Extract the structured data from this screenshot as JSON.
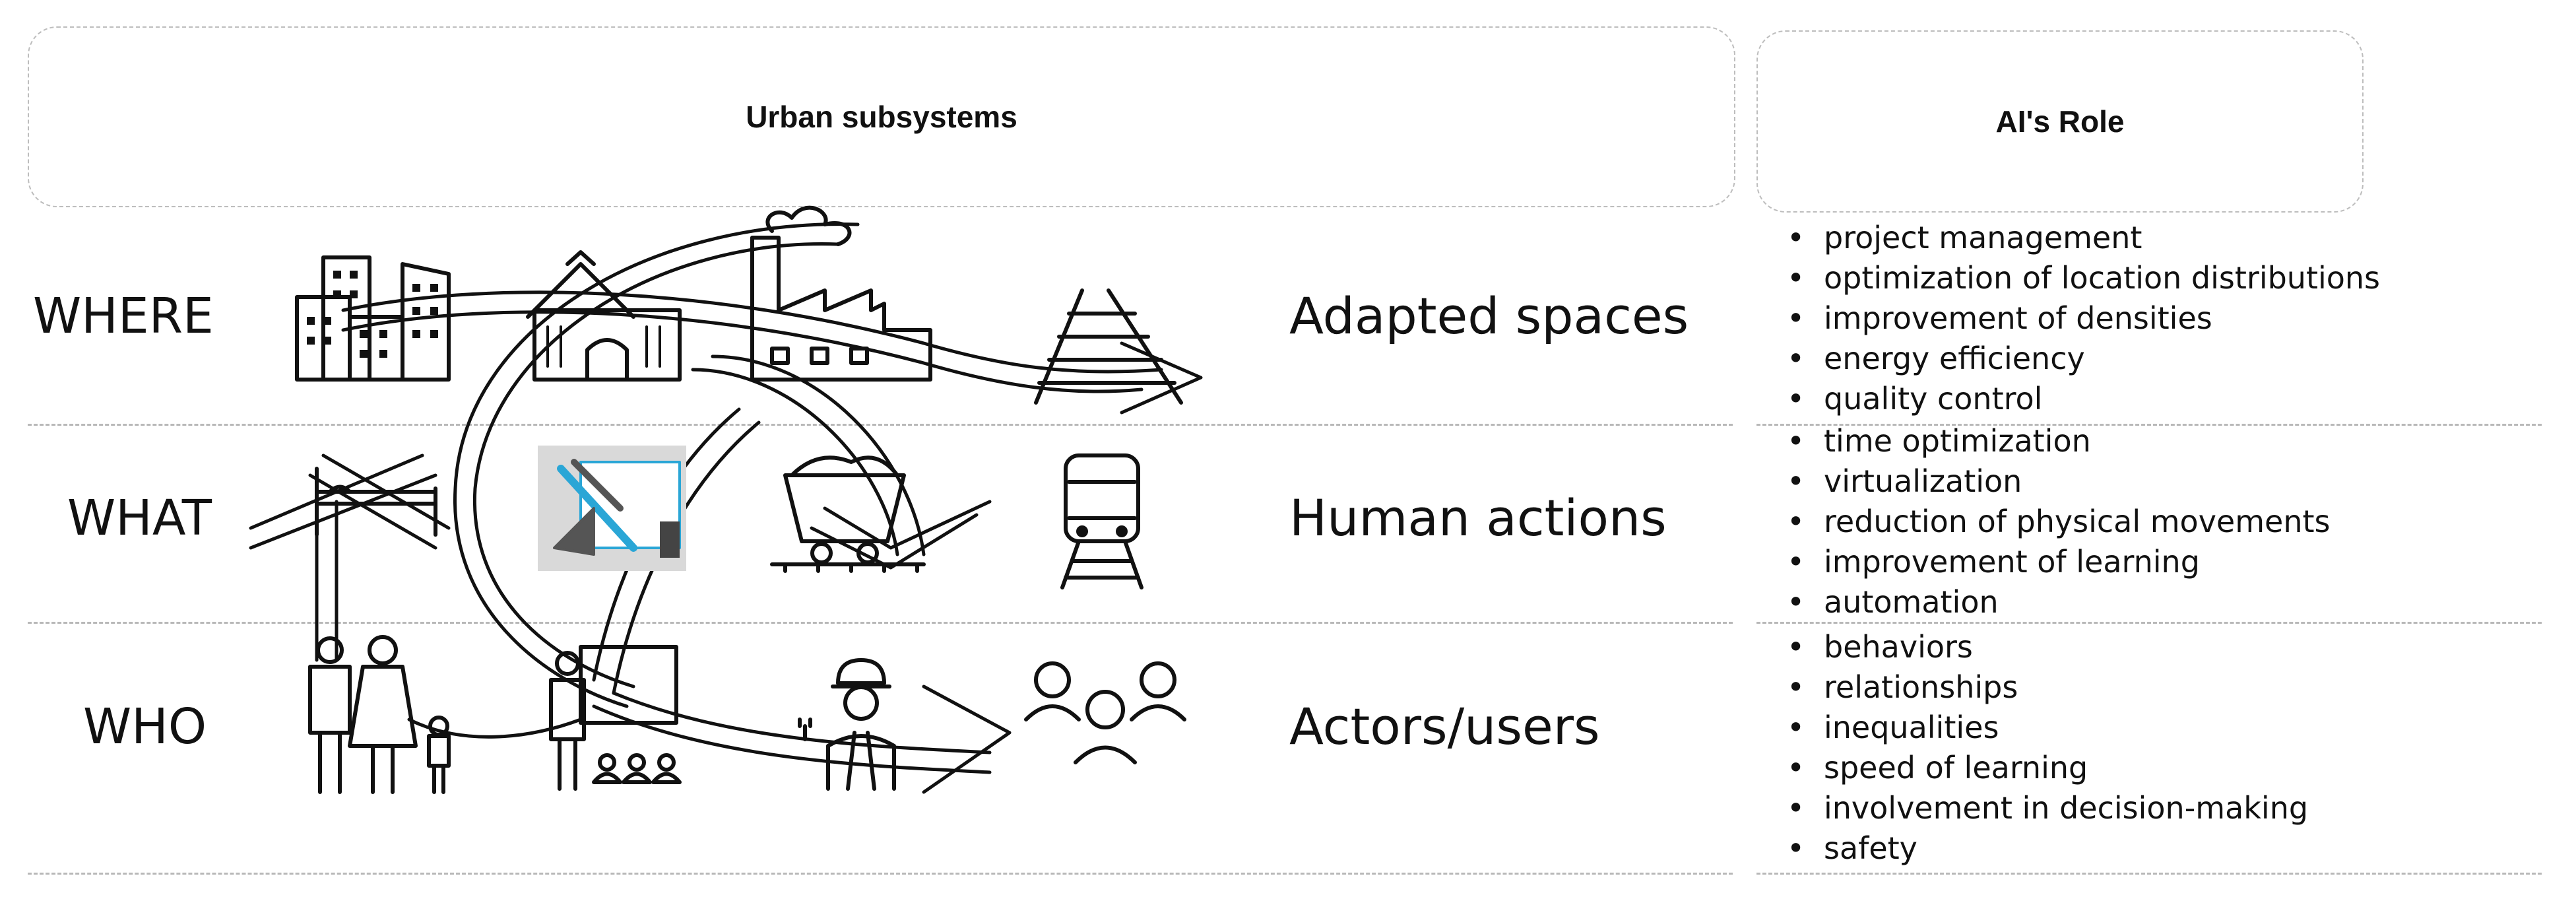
{
  "headers": {
    "urban": "Urban subsystems",
    "ai_role": "AI's Role"
  },
  "rows": [
    {
      "label": "WHERE",
      "description": "Adapted spaces",
      "icons": [
        "apartment-buildings-icon",
        "school-building-icon",
        "factory-icon",
        "railway-track-icon"
      ],
      "ai_roles": [
        "project management",
        "optimization of location distributions",
        "improvement of densities",
        "energy efficiency",
        "quality control"
      ]
    },
    {
      "label": "WHAT",
      "description": "Human actions",
      "icons": [
        "bed-icon",
        "design-tools-icon",
        "mine-cart-icon",
        "train-icon"
      ],
      "ai_roles": [
        "time optimization",
        "virtualization",
        "reduction of physical movements",
        "improvement of learning",
        "automation"
      ]
    },
    {
      "label": "WHO",
      "description": "Actors/users",
      "icons": [
        "family-icon",
        "teacher-icon",
        "worker-icon",
        "group-icon"
      ],
      "ai_roles": [
        "behaviors",
        "relationships",
        "inequalities",
        "speed of learning",
        "involvement in decision-making",
        "safety"
      ]
    }
  ],
  "colors": {
    "accent_blue": "#2aa6d6",
    "line": "#111111",
    "divider": "#b8b8b8"
  }
}
